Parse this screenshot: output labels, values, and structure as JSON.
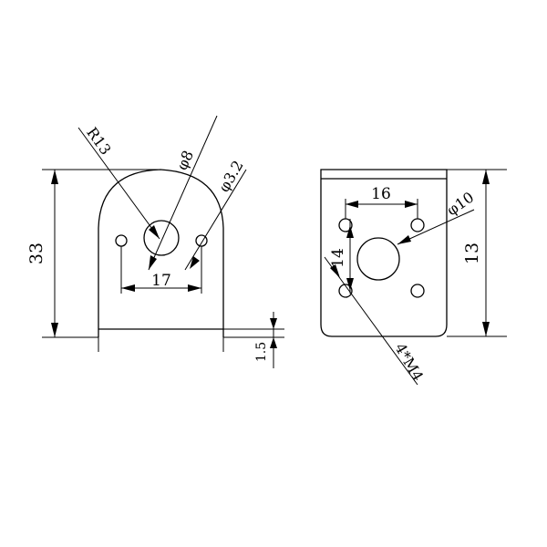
{
  "left_view": {
    "radius_label": "R13",
    "center_hole_label": "φ8",
    "side_hole_label": "φ3.2",
    "height_label": "33",
    "hole_spacing_label": "17",
    "thickness_label": "1.5"
  },
  "right_view": {
    "top_spacing_label": "16",
    "center_hole_label": "φ10",
    "vertical_spacing_label": "14",
    "height_label": "13",
    "screw_label": "4*M4"
  }
}
